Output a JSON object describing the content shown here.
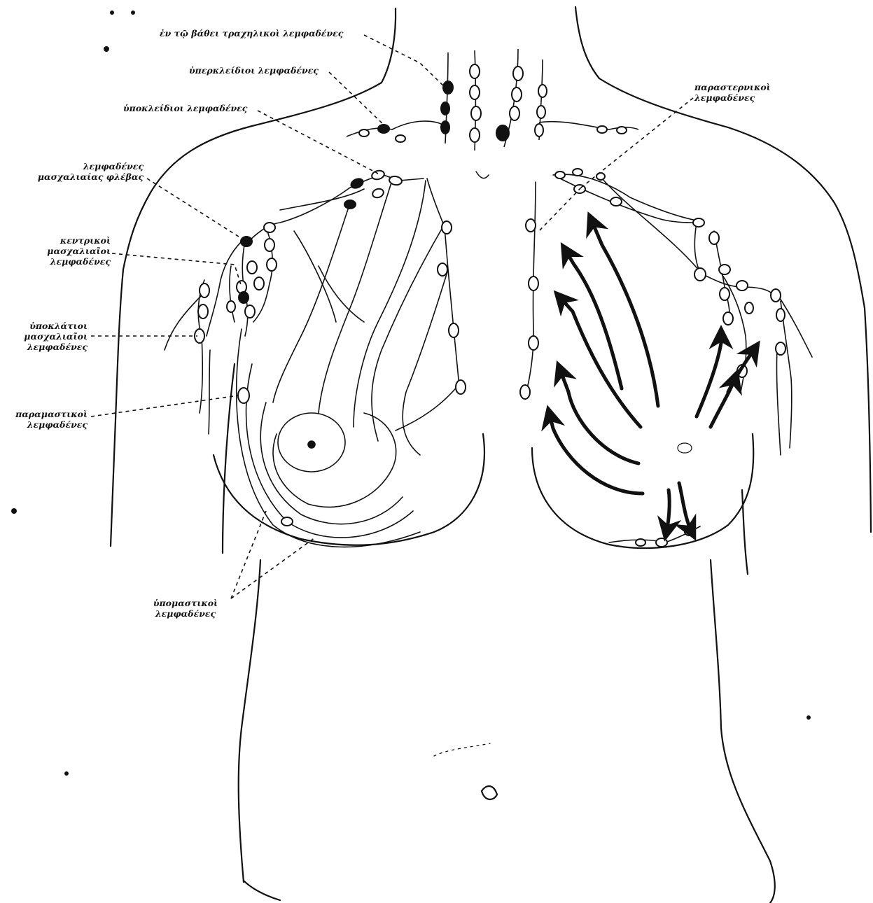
{
  "labels": {
    "deep_cervical": "ἐν τῷ βάθει τραχηλικοὶ λεμφαδένες",
    "supraclavicular": "ὑπερκλείδιοι λεμφαδένες",
    "infraclavicular": "ὑποκλείδιοι λεμφαδένες",
    "axillary_vein": "λεμφαδένες\nμασχαλιαίας φλέβας",
    "central_axillary": "κεντρικοὶ\nμασχαλιαῖοι\nλεμφαδένες",
    "subscapular_axillary": "ὑποκλάτιοι\nμασχαλιαῖοι\nλεμφαδένες",
    "paramammary": "παραμαστικοὶ\nλεμφαδένες",
    "submammary": "ὑπομαστικοὶ\nλεμφαδένες",
    "parasternal": "παραστερνικοὶ\nλεμφαδένες"
  },
  "colors": {
    "ink": "#111111",
    "background": "#ffffff"
  }
}
